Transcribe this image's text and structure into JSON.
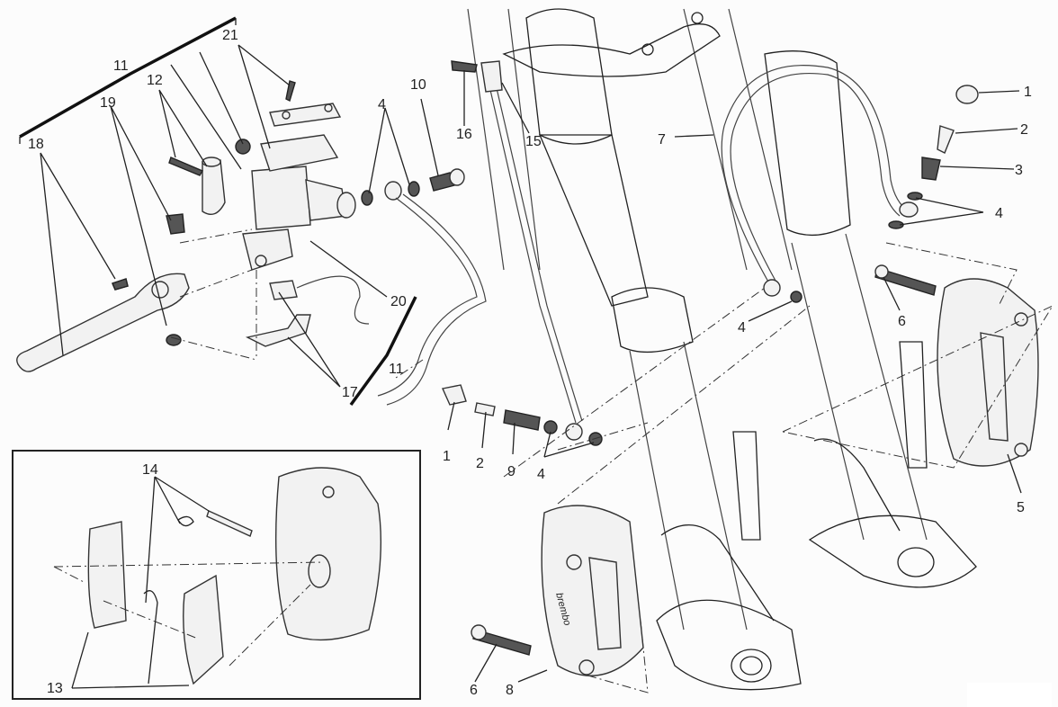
{
  "diagram": {
    "type": "exploded-parts-view",
    "subject": "Front brake system: master cylinder, hoses and calipers",
    "callouts": {
      "c1_top": "1",
      "c2_top": "2",
      "c3_top": "3",
      "c4_right": "4",
      "c4_mid": "4",
      "c4_left": "4",
      "c4_bottom": "4",
      "c5": "5",
      "c6_right": "6",
      "c6_bottom": "6",
      "c7": "7",
      "c8": "8",
      "c10": "10",
      "c11_top": "11",
      "c11_bottom": "11",
      "c12": "12",
      "c15": "15",
      "c16": "16",
      "c17": "17",
      "c18": "18",
      "c19": "19",
      "c20": "20",
      "c21": "21",
      "c1_bottom": "1",
      "c2_bottom": "2",
      "c9": "9",
      "c13": "13",
      "c14": "14"
    },
    "inset": {
      "title": "Brake pad detail",
      "callouts": [
        "13",
        "14"
      ]
    },
    "caliper_brand": "brembo",
    "colors": {
      "line": "#222222",
      "background": "#fcfcfc"
    }
  }
}
